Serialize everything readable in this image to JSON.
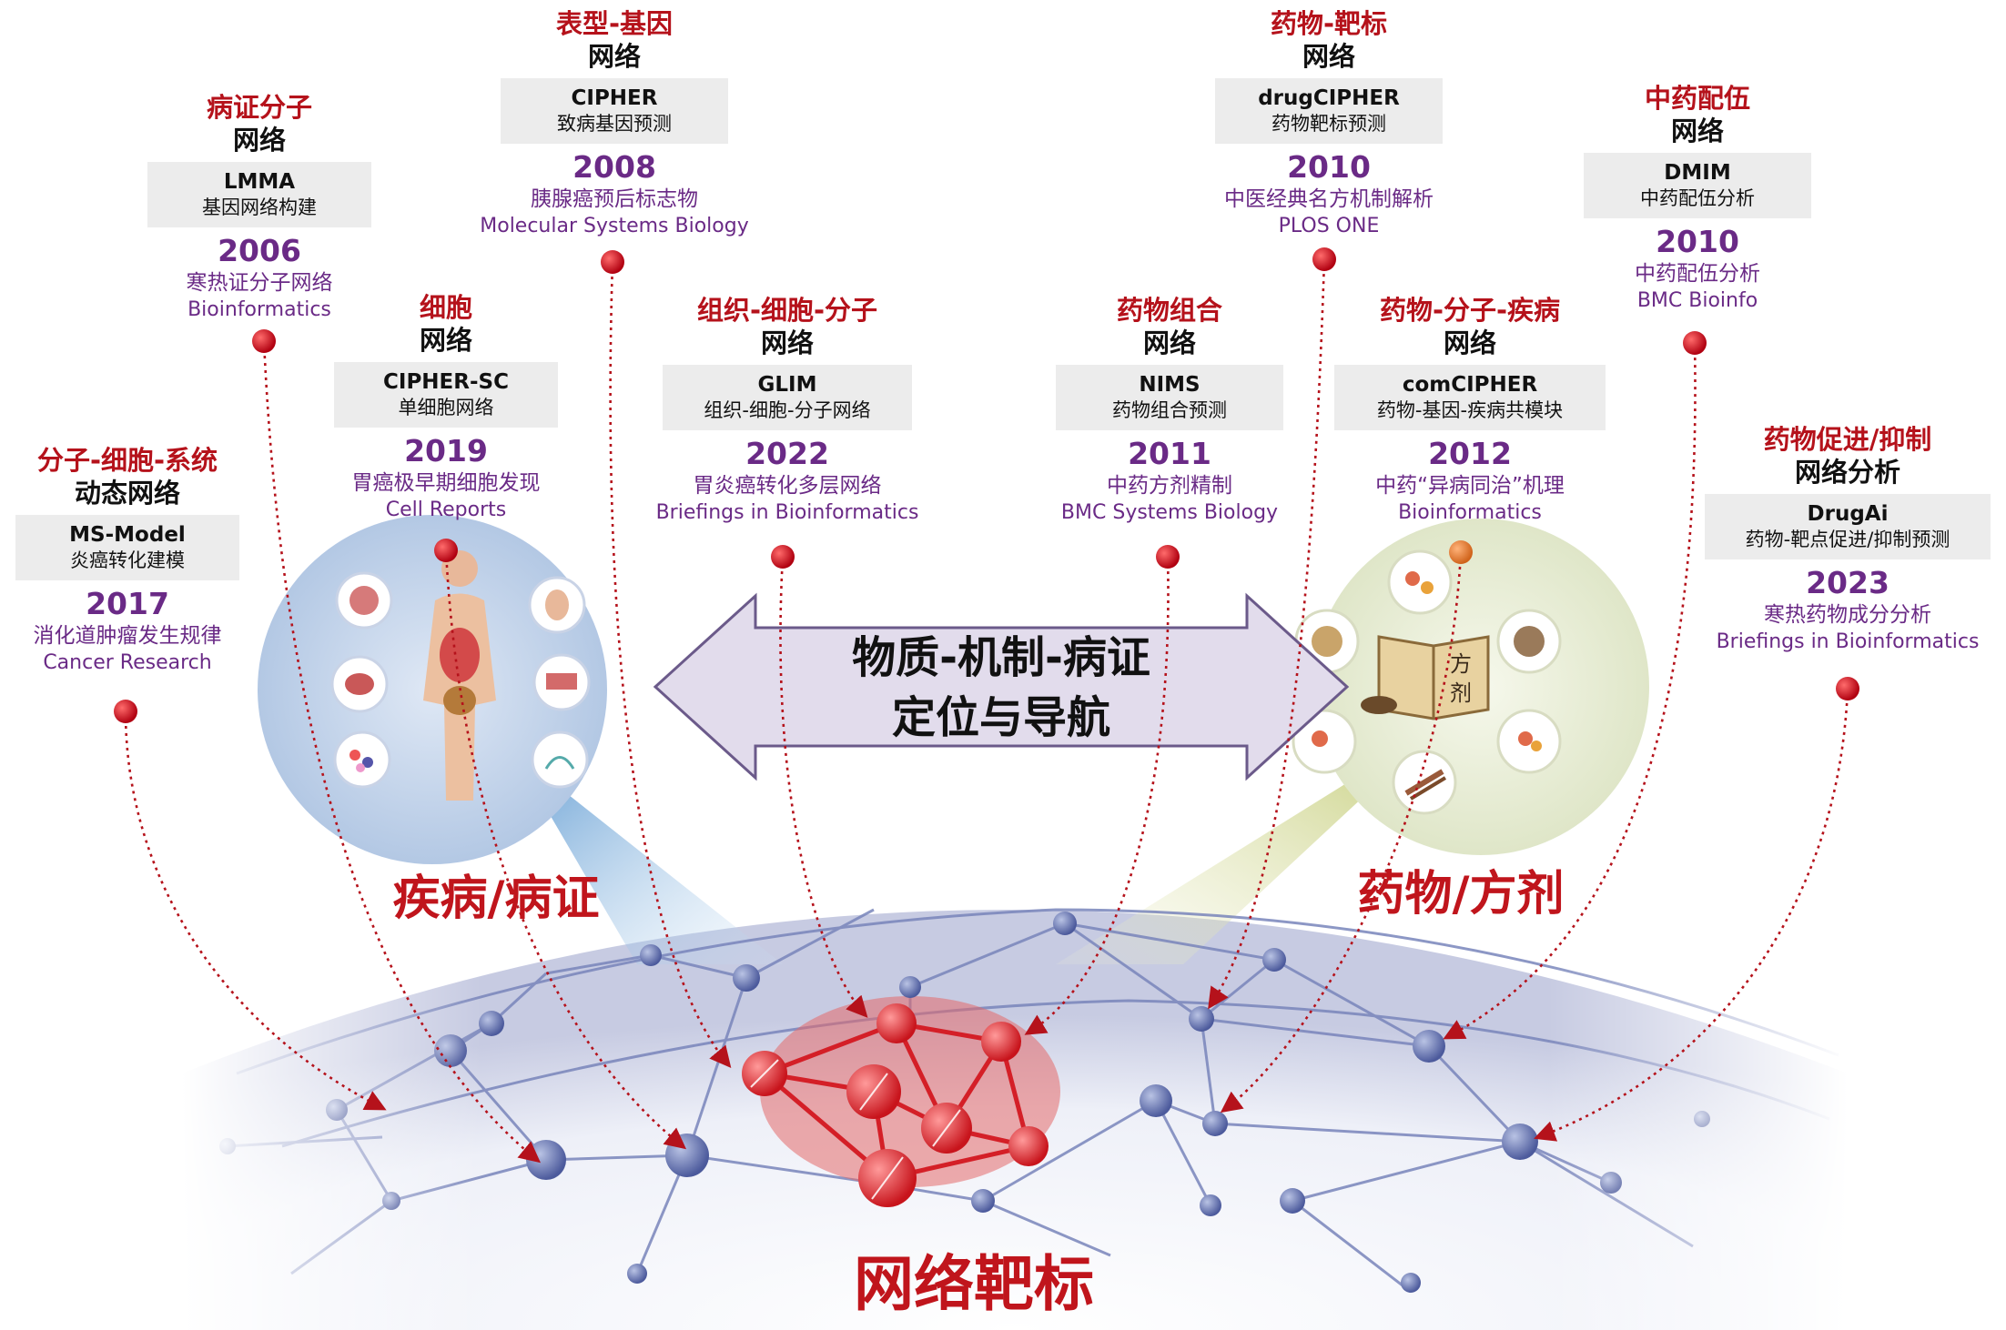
{
  "center_arrow": {
    "line1": "物质-机制-病证",
    "line2": "定位与导航"
  },
  "disease_label": "疾病/病证",
  "drug_label": "药物/方剂",
  "bottom_label": "网络靶标",
  "formula_book": {
    "char1": "方",
    "char2": "剂"
  },
  "colors": {
    "red": "#b5121b",
    "purple": "#6a2a86",
    "box_gray": "#ececec",
    "arrow_fill": "#e2dcec"
  },
  "cards": [
    {
      "id": "lmma",
      "category": "病证分子",
      "network": "网络",
      "tool": "LMMA",
      "tool_desc": "基因网络构建",
      "year": "2006",
      "finding": "寒热证分子网络",
      "journal": "Bioinformatics"
    },
    {
      "id": "cipher",
      "category": "表型-基因",
      "network": "网络",
      "tool": "CIPHER",
      "tool_desc": "致病基因预测",
      "year": "2008",
      "finding": "胰腺癌预后标志物",
      "journal": "Molecular Systems Biology"
    },
    {
      "id": "cipher-sc",
      "category": "细胞",
      "network": "网络",
      "tool": "CIPHER-SC",
      "tool_desc": "单细胞网络",
      "year": "2019",
      "finding": "胃癌极早期细胞发现",
      "journal": "Cell Reports"
    },
    {
      "id": "ms-model",
      "category": "分子-细胞-系统",
      "network": "动态网络",
      "tool": "MS-Model",
      "tool_desc": "炎癌转化建模",
      "year": "2017",
      "finding": "消化道肿瘤发生规律",
      "journal": "Cancer Research"
    },
    {
      "id": "glim",
      "category": "组织-细胞-分子",
      "network": "网络",
      "tool": "GLIM",
      "tool_desc": "组织-细胞-分子网络",
      "year": "2022",
      "finding": "胃炎癌转化多层网络",
      "journal": "Briefings in Bioinformatics"
    },
    {
      "id": "drugcipher",
      "category": "药物-靶标",
      "network": "网络",
      "tool": "drugCIPHER",
      "tool_desc": "药物靶标预测",
      "year": "2010",
      "finding": "中医经典名方机制解析",
      "journal": "PLOS ONE"
    },
    {
      "id": "dmim",
      "category": "中药配伍",
      "network": "网络",
      "tool": "DMIM",
      "tool_desc": "中药配伍分析",
      "year": "2010",
      "finding": "中药配伍分析",
      "journal": "BMC Bioinfo"
    },
    {
      "id": "nims",
      "category": "药物组合",
      "network": "网络",
      "tool": "NIMS",
      "tool_desc": "药物组合预测",
      "year": "2011",
      "finding": "中药方剂精制",
      "journal": "BMC Systems Biology"
    },
    {
      "id": "comcipher",
      "category": "药物-分子-疾病",
      "network": "网络",
      "tool": "comCIPHER",
      "tool_desc": "药物-基因-疾病共模块",
      "year": "2012",
      "finding": "中药“异病同治”机理",
      "journal": "Bioinformatics"
    },
    {
      "id": "drugai",
      "category": "药物促进/抑制",
      "network": "网络分析",
      "tool": "DrugAi",
      "tool_desc": "药物-靶点促进/抑制预测",
      "year": "2023",
      "finding": "寒热药物成分分析",
      "journal": "Briefings in Bioinformatics"
    }
  ]
}
